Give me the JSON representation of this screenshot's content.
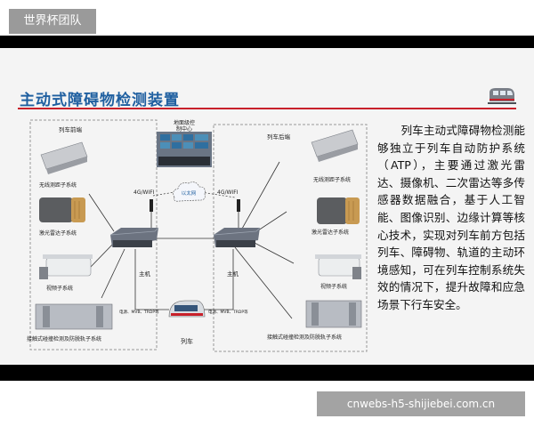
{
  "watermark_top": "世界杯团队",
  "watermark_bottom": "cnwebs-h5-shijiebei.com.cn",
  "slide": {
    "title": "主动式障碍物检测装置",
    "description": "列车主动式障碍物检测能够独立于列车自动防护系统（ATP），主要通过激光雷达、摄像机、二次雷达等多传感器数据融合，基于人工智能、图像识别、边缘计算等核心技术，实现对列车前方包括列车、障碍物、轨道的主动环境感知，可在列车控制系统失效的情况下，提升故障和应急场景下行车安全。"
  },
  "diagram": {
    "front_label": "列车前端",
    "rear_label": "列车后端",
    "ground_control_label": "地面级控\n制中心",
    "ethernet_label": "以太网",
    "wifi_label_left": "4G/WIFI",
    "wifi_label_right": "4G/WIFI",
    "host_label_left": "主机",
    "host_label_right": "主机",
    "train_label": "列车",
    "bus_label_left": "电源、MVB、TRDP等",
    "bus_label_right": "电源、MVB、TRDP等",
    "front_subsystems": [
      "无线测距子系统",
      "激光雷达子系统",
      "视频子系统",
      "接触式碰撞检测及防脱轨子系统"
    ],
    "rear_subsystems": [
      "无线测距子系统",
      "激光雷达子系统",
      "视频子系统",
      "接触式碰撞检测及防脱轨子系统"
    ]
  },
  "colors": {
    "title": "#1f5fa0",
    "accent_line": "#c8202a",
    "slide_bg": "#f4f4f4"
  }
}
